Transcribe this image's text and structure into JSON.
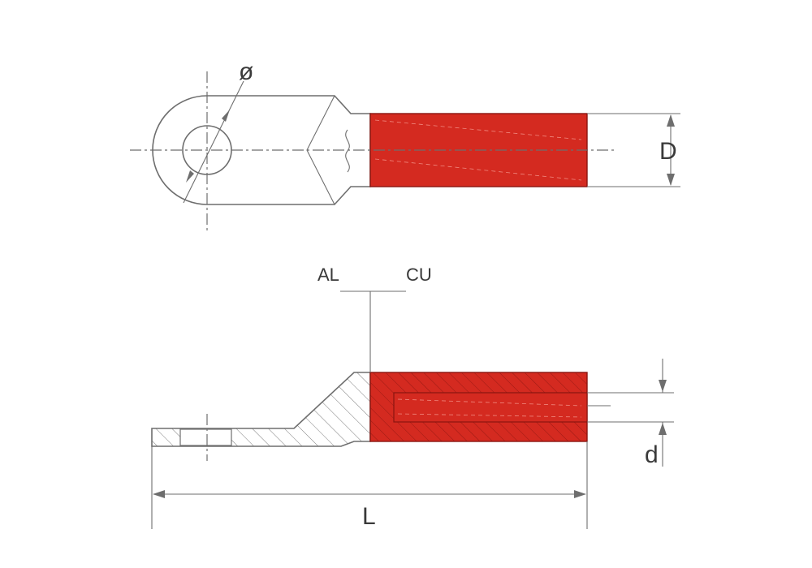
{
  "labels": {
    "diameter": "ø",
    "outer_diameter": "D",
    "inner_diameter": "d",
    "length": "L",
    "aluminium": "AL",
    "copper": "CU"
  },
  "colors": {
    "barrel_fill": "#d42a20",
    "barrel_stroke": "#8a1510",
    "line": "#6e6e6e",
    "label_text": "#3a3a3a",
    "background": "#ffffff"
  }
}
